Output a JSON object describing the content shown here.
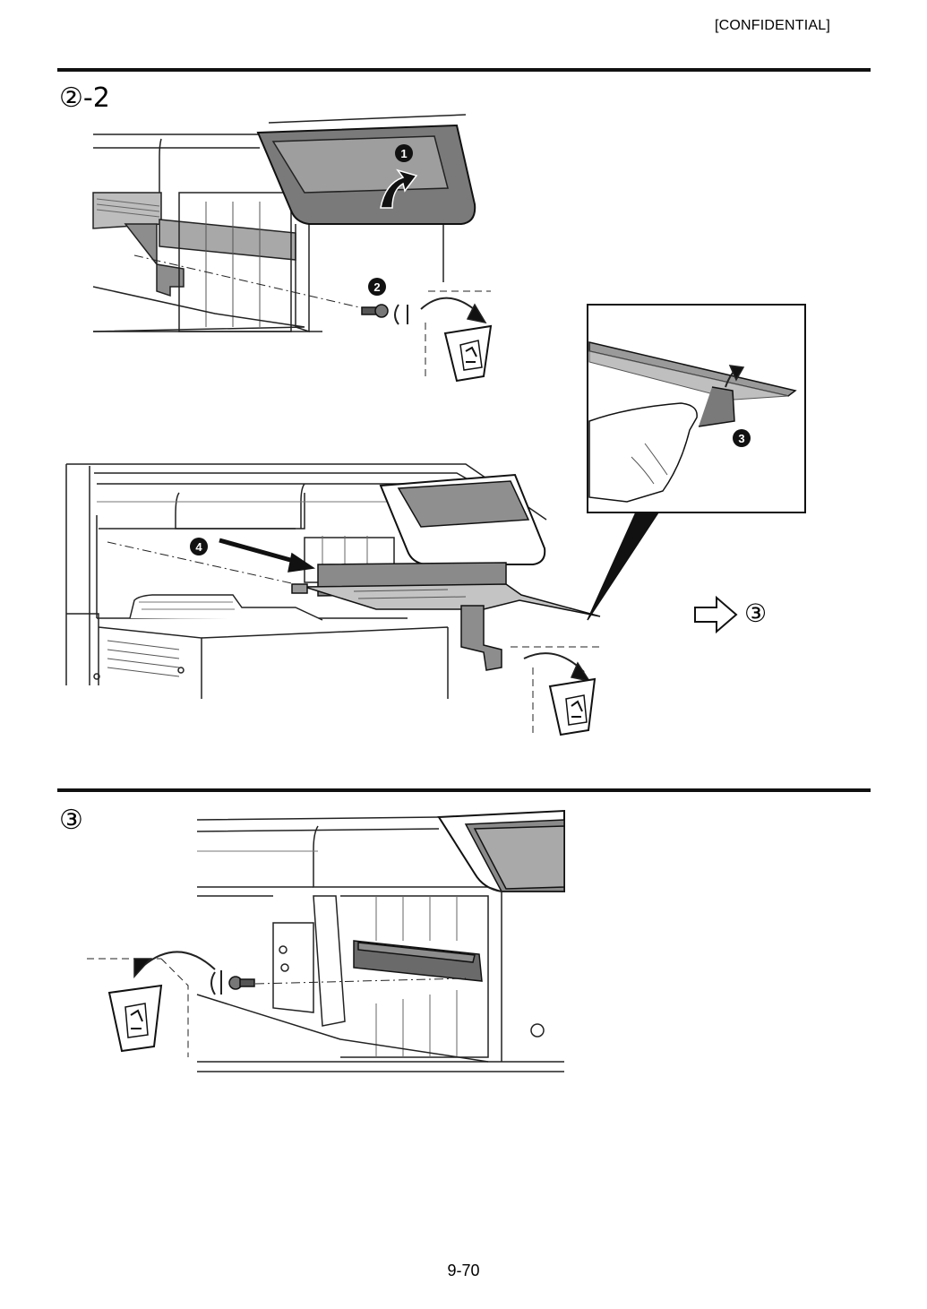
{
  "header": {
    "confidential": "[CONFIDENTIAL]"
  },
  "section_a": {
    "step_label": "②-2"
  },
  "section_b": {
    "step_label": "③",
    "next_step_label": "③"
  },
  "callouts": {
    "c1": "❶",
    "c2": "❷",
    "c3": "❸",
    "c4": "❹"
  },
  "footer": {
    "page_number": "9-70"
  },
  "icons": [
    "recycle-bin-icon",
    "screw-icon",
    "rotate-arrow-icon",
    "outline-arrow-right-icon"
  ]
}
